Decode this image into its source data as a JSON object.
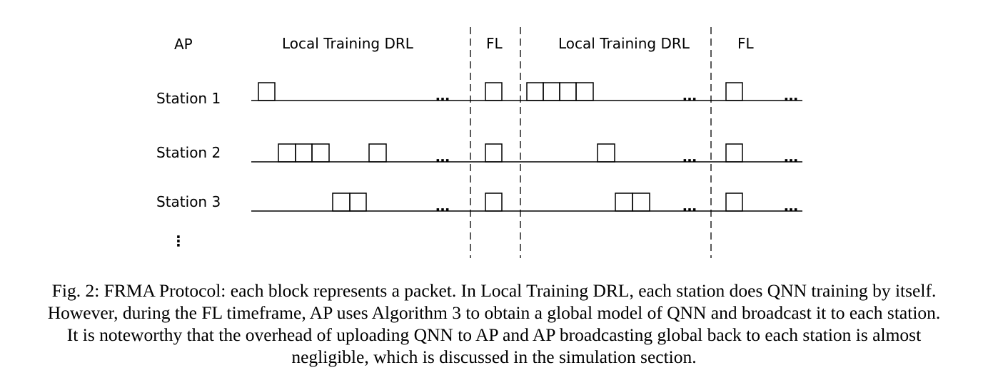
{
  "header": {
    "ap": "AP",
    "phase_local_1": "Local Training DRL",
    "phase_fl_1": "FL",
    "phase_local_2": "Local Training DRL",
    "phase_fl_2": "FL"
  },
  "stations": [
    {
      "label": "Station 1"
    },
    {
      "label": "Station 2"
    },
    {
      "label": "Station 3"
    }
  ],
  "ellipsis": "…",
  "more_stations": "⋮",
  "caption": {
    "line1": "Fig. 2: FRMA Protocol: each block represents a packet. In Local Training DRL, each station does QNN training by itself.",
    "line2": "However, during the FL timeframe, AP uses Algorithm 3 to obtain a global model of QNN and broadcast it to each station.",
    "line3": "It is noteworthy that the overhead of uploading QNN to AP and AP broadcasting global back to each station is almost",
    "line4": "negligible, which is discussed in the simulation section."
  }
}
